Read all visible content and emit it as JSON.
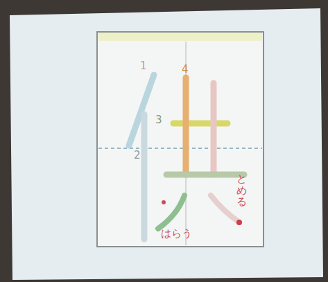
{
  "diagram": {
    "labels": [
      "1",
      "2",
      "3",
      "4",
      "はらう",
      "とめる"
    ]
  }
}
